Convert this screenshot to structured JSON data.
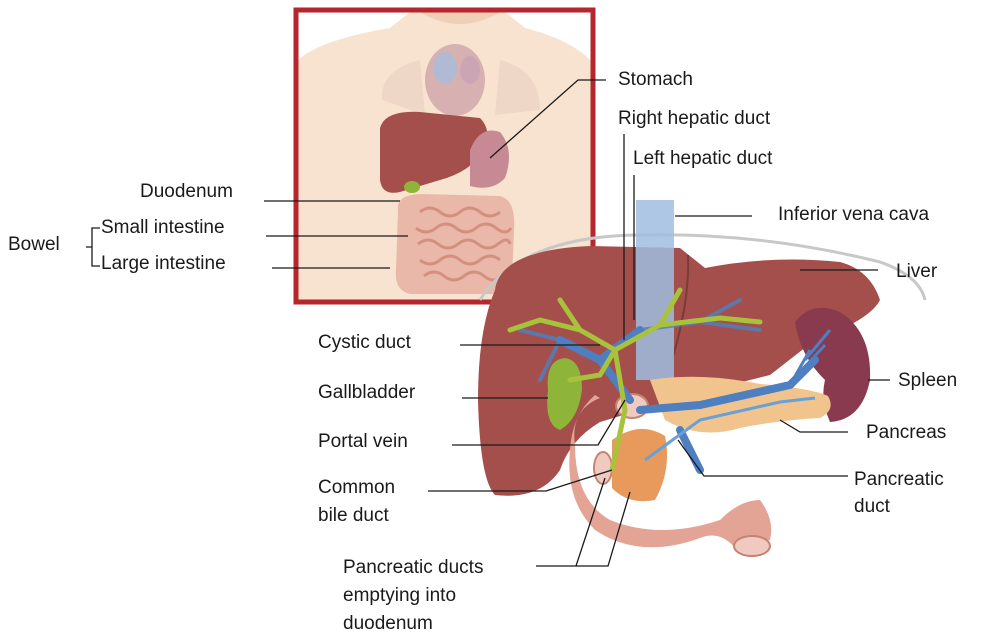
{
  "inset": {
    "frame_color": "#b5262e",
    "labels": {
      "stomach": "Stomach",
      "duodenum": "Duodenum",
      "bowel": "Bowel",
      "small_intestine": "Small intestine",
      "large_intestine": "Large intestine"
    }
  },
  "main": {
    "labels": {
      "right_hepatic_duct": "Right hepatic duct",
      "left_hepatic_duct": "Left hepatic duct",
      "inferior_vena_cava": "Inferior vena cava",
      "liver": "Liver",
      "spleen": "Spleen",
      "pancreas": "Pancreas",
      "pancreatic_duct_1": "Pancreatic",
      "pancreatic_duct_2": "duct",
      "cystic_duct": "Cystic duct",
      "gallbladder": "Gallbladder",
      "portal_vein": "Portal vein",
      "common_bile_duct_1": "Common",
      "common_bile_duct_2": "bile duct",
      "pancreatic_ducts_1": "Pancreatic ducts",
      "pancreatic_ducts_2": "emptying into",
      "pancreatic_ducts_3": "duodenum"
    }
  },
  "colors": {
    "liver": "#a54f4c",
    "spleen": "#8a3a4e",
    "pancreas": "#f0c48c",
    "gallbladder": "#8fb43a",
    "bile_ducts": "#a9c23c",
    "portal_vein": "#4d7fc1",
    "vena_cava": "#9fbde0",
    "duodenum": "#e3a496",
    "skin": "#f7e3cf"
  }
}
